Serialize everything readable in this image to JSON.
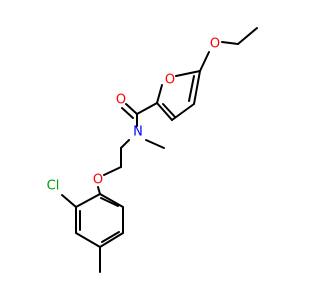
{
  "molecule": {
    "atoms": {
      "O_carbonyl": {
        "label": "O",
        "color": "#ff0000"
      },
      "O_furan": {
        "label": "O",
        "color": "#ff0000"
      },
      "O_ethoxy": {
        "label": "O",
        "color": "#ff0000"
      },
      "N_amide": {
        "label": "N",
        "color": "#0000ff"
      },
      "O_ether": {
        "label": "O",
        "color": "#ff0000"
      },
      "Cl": {
        "label": "Cl",
        "color": "#00a000"
      }
    },
    "bond_color": "#000000"
  }
}
